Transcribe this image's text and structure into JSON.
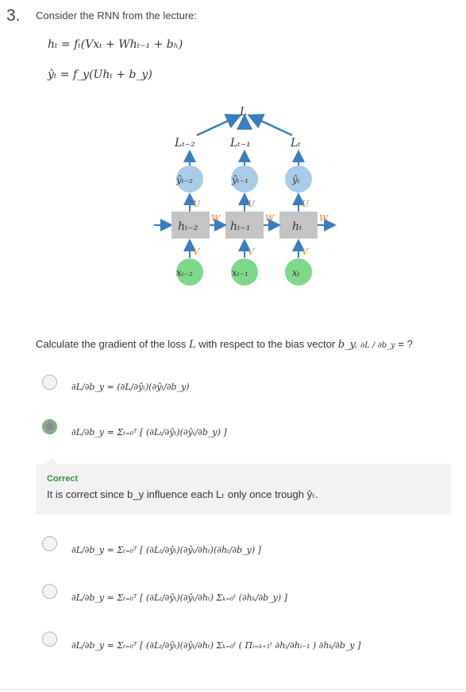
{
  "question": {
    "number": "3.",
    "prompt": "Consider the RNN from the lecture:",
    "eq1": "hₜ = fₜ(Vxₜ + Whₜ₋₁ + bₕ)",
    "eq2": "ŷₜ = f_y(Uhₜ + b_y)"
  },
  "diagram": {
    "loss_total": "L",
    "losses": [
      "Lₜ₋₂",
      "Lₜ₋₁",
      "Lₜ"
    ],
    "outputs": [
      "ŷₜ₋₂",
      "ŷₜ₋₁",
      "ŷₜ"
    ],
    "hidden": [
      "hₜ₋₂",
      "hₜ₋₁",
      "hₜ"
    ],
    "inputs": [
      "xₜ₋₂",
      "xₜ₋₁",
      "xₜ"
    ],
    "weight_U": "U",
    "weight_W": "W",
    "weight_V": "V",
    "colors": {
      "output_node": "#a8cbe8",
      "input_node": "#7fd98a",
      "hidden_node": "#c4c4c4",
      "arrow": "#3a7ebf",
      "weight_label": "#e87c1e"
    }
  },
  "calc": {
    "text": "Calculate the gradient of the loss",
    "loss_var": "L",
    "mid": "with respect to the bias vector",
    "bias_var": "b_y.",
    "frac": "∂L / ∂b_y",
    "suffix": "= ?"
  },
  "options": [
    {
      "formula": "∂L/∂b_y = (∂L/∂ŷₜ)(∂ŷₜ/∂b_y)",
      "selected": false
    },
    {
      "formula": "∂L/∂b_y = Σₜ₌₀ᵀ [ (∂Lₜ/∂ŷₜ)(∂ŷₜ/∂b_y) ]",
      "selected": true
    },
    {
      "formula": "∂L/∂b_y = Σₜ₌₀ᵀ [ (∂Lₜ/∂ŷₜ)(∂ŷₜ/∂hₜ)(∂hₜ/∂b_y) ]",
      "selected": false
    },
    {
      "formula": "∂L/∂b_y = Σₜ₌₀ᵀ [ (∂Lₜ/∂ŷₜ)(∂ŷₜ/∂hₜ) Σₖ₌₀ᵗ (∂hₖ/∂b_y) ]",
      "selected": false
    },
    {
      "formula": "∂L/∂b_y = Σₜ₌₀ᵀ [ (∂Lₜ/∂ŷₜ)(∂ŷₜ/∂hₜ) Σₖ₌₀ᵗ ( Πᵢ₌ₖ₊₁ᵗ ∂hᵢ/∂hᵢ₋₁ ) ∂hₖ/∂b_y ]",
      "selected": false
    }
  ],
  "feedback": {
    "status": "Correct",
    "text": "It is correct since b_y influence each Lₜ only once trough ŷₜ."
  }
}
